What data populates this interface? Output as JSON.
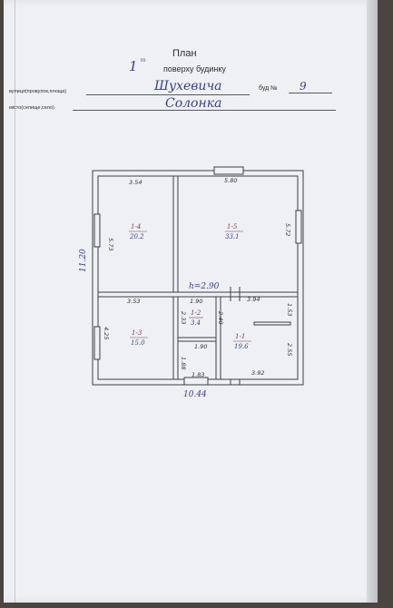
{
  "header": {
    "title": "План",
    "floor_number": "1",
    "floor_sup": "го",
    "floor_text": "поверху будинку",
    "street_label": "вулиця(провулок,площа)",
    "street_value": "Шухевича",
    "building_label": "буд №",
    "building_value": "9",
    "settlement_label": "місто(селище,село)",
    "settlement_value": "Солонка"
  },
  "plan": {
    "overall_width": "10.44",
    "overall_height": "11.20",
    "rooms": [
      {
        "id": "1-4",
        "area": "20.2"
      },
      {
        "id": "1-5",
        "area": "33.1"
      },
      {
        "id": "1-3",
        "area": "15.0"
      },
      {
        "id": "1-2",
        "area": "3.4"
      },
      {
        "id": "1-1",
        "area": "19.6"
      }
    ],
    "dimensions": {
      "d1": "3.54",
      "d2": "5.80",
      "d3": "5.73",
      "d4": "5.72",
      "d5": "3.53",
      "d6": "1.90",
      "d7": "3.94",
      "d8": "2.33",
      "d9": "2.40",
      "d10": "1.53",
      "d11": "4.25",
      "d12": "1.90",
      "d13": "2.55",
      "d14": "1.83",
      "d15": "1.88",
      "d16": "3.92"
    },
    "height_note": "h=2.90"
  }
}
